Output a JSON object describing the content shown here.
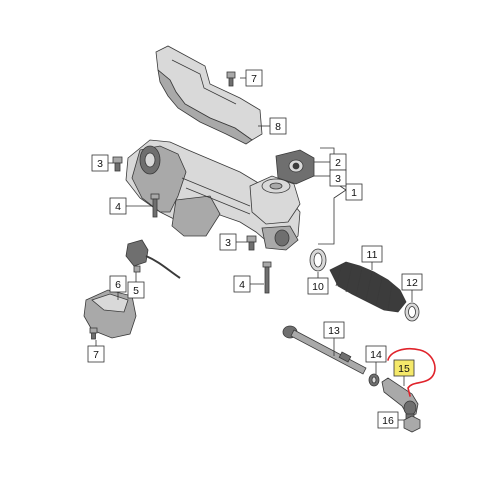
{
  "diagram": {
    "callouts": [
      {
        "id": "c1",
        "label": "1"
      },
      {
        "id": "c2",
        "label": "2"
      },
      {
        "id": "c3a",
        "label": "3"
      },
      {
        "id": "c3b",
        "label": "3"
      },
      {
        "id": "c3c",
        "label": "3"
      },
      {
        "id": "c4a",
        "label": "4"
      },
      {
        "id": "c4b",
        "label": "4"
      },
      {
        "id": "c5",
        "label": "5"
      },
      {
        "id": "c6",
        "label": "6"
      },
      {
        "id": "c7a",
        "label": "7"
      },
      {
        "id": "c7b",
        "label": "7"
      },
      {
        "id": "c8",
        "label": "8"
      },
      {
        "id": "c10",
        "label": "10"
      },
      {
        "id": "c11",
        "label": "11"
      },
      {
        "id": "c12",
        "label": "12"
      },
      {
        "id": "c13",
        "label": "13"
      },
      {
        "id": "c14",
        "label": "14"
      },
      {
        "id": "c15",
        "label": "15"
      },
      {
        "id": "c16",
        "label": "16"
      }
    ],
    "colors": {
      "highlight_fill": "#f5e96a",
      "annotation_stroke": "#e0232b",
      "part_stroke": "#3a3a3a"
    }
  }
}
